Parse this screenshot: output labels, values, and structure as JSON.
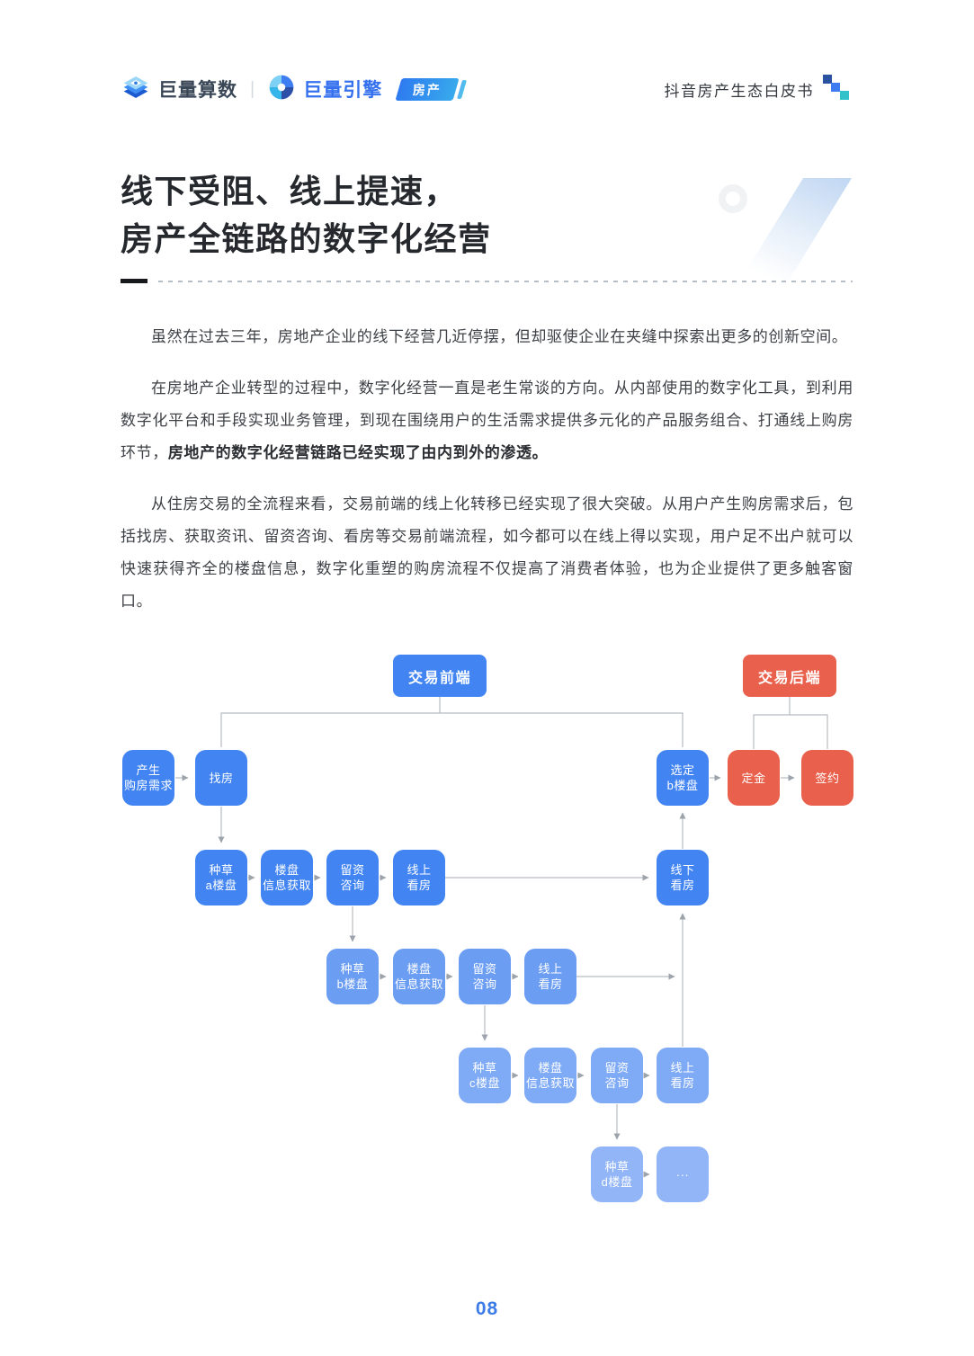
{
  "header": {
    "logo_left": "巨量算数",
    "logo_separator": "|",
    "logo_right": "巨量引擎",
    "badge": "房产",
    "right_title": "抖音房产生态白皮书"
  },
  "title": {
    "line1": "线下受阻、线上提速，",
    "line2": "房产全链路的数字化经营"
  },
  "paragraphs": {
    "p1": "虽然在过去三年，房地产企业的线下经营几近停摆，但却驱使企业在夹缝中探索出更多的创新空间。",
    "p2_normal": "在房地产企业转型的过程中，数字化经营一直是老生常谈的方向。从内部使用的数字化工具，到利用数字化平台和手段实现业务管理，到现在围绕用户的生活需求提供多元化的产品服务组合、打通线上购房环节，",
    "p2_bold": "房地产的数字化经营链路已经实现了由内到外的渗透。",
    "p3": "从住房交易的全流程来看，交易前端的线上化转移已经实现了很大突破。从用户产生购房需求后，包括找房、获取资讯、留资咨询、看房等交易前端流程，如今都可以在线上得以实现，用户足不出户就可以快速获得齐全的楼盘信息，数字化重塑的购房流程不仅提高了消费者体验，也为企业提供了更多触客窗口。"
  },
  "flowchart": {
    "front_end": "交易前端",
    "back_end": "交易后端",
    "nodes": {
      "need": "产生\n购房需求",
      "find": "找房",
      "select_b": "选定\nb楼盘",
      "deposit": "定金",
      "sign": "签约",
      "seed_a": "种草\na楼盘",
      "info_a": "楼盘\n信息获取",
      "consult_a": "留资\n咨询",
      "online_a": "线上\n看房",
      "offline_view": "线下\n看房",
      "seed_b": "种草\nb楼盘",
      "info_b": "楼盘\n信息获取",
      "consult_b": "留资\n咨询",
      "online_b": "线上\n看房",
      "seed_c": "种草\nc楼盘",
      "info_c": "楼盘\n信息获取",
      "consult_c": "留资\n咨询",
      "online_c": "线上\n看房",
      "seed_d": "种草\nd楼盘",
      "more": "···"
    },
    "colors": {
      "front_end_blue": "#4285F2",
      "back_end_red": "#E9614C",
      "tier2_blue": "#6B9DF3",
      "tier3_blue": "#7FAAF5",
      "tier4_blue": "#92B5F7",
      "connector_gray": "#B7BCC2"
    }
  },
  "footer": {
    "page_number": "08"
  }
}
